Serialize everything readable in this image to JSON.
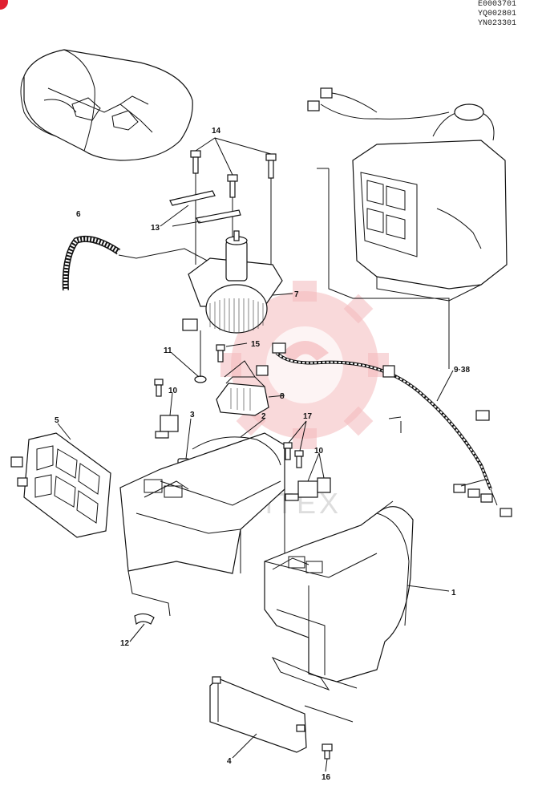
{
  "header": {
    "codes": [
      "E0003701",
      "YQ002801",
      "YN023301"
    ]
  },
  "watermark": {
    "text": "IHTEX",
    "color": "#f4b9bc"
  },
  "callouts": [
    {
      "id": "c1",
      "label": "1"
    },
    {
      "id": "c2",
      "label": "2"
    },
    {
      "id": "c3",
      "label": "3"
    },
    {
      "id": "c4",
      "label": "4"
    },
    {
      "id": "c5",
      "label": "5"
    },
    {
      "id": "c6",
      "label": "6"
    },
    {
      "id": "c7",
      "label": "7"
    },
    {
      "id": "c8",
      "label": "8"
    },
    {
      "id": "c938",
      "label": "9·38"
    },
    {
      "id": "c10a",
      "label": "10"
    },
    {
      "id": "c10b",
      "label": "10"
    },
    {
      "id": "c11",
      "label": "11"
    },
    {
      "id": "c12",
      "label": "12"
    },
    {
      "id": "c13",
      "label": "13"
    },
    {
      "id": "c14",
      "label": "14"
    },
    {
      "id": "c15",
      "label": "15"
    },
    {
      "id": "c16",
      "label": "16"
    },
    {
      "id": "c17",
      "label": "17"
    }
  ]
}
